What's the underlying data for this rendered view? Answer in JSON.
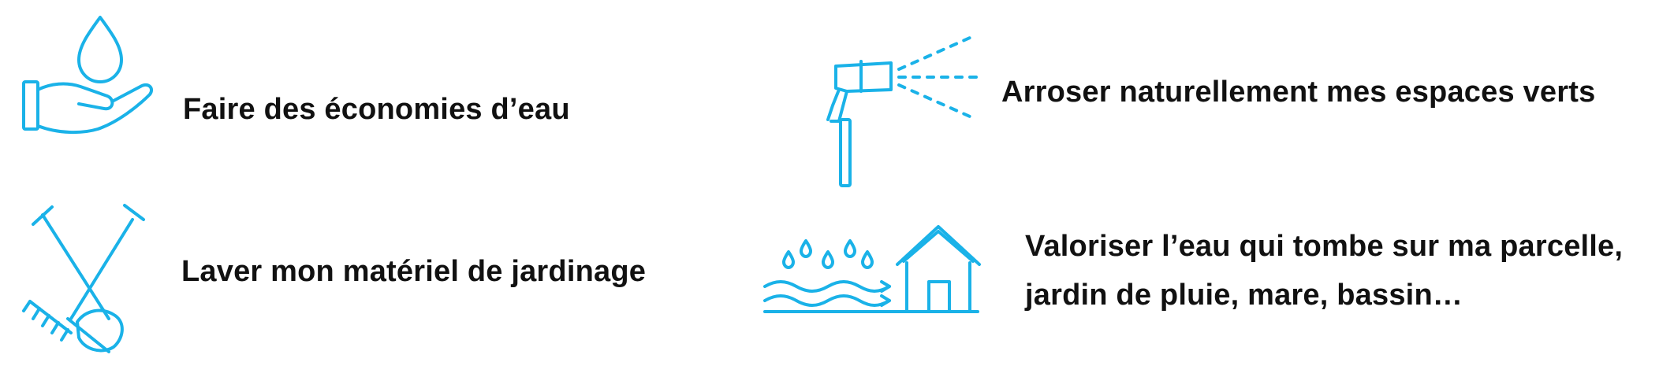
{
  "accent": "#1ab2e8",
  "text_color": "#111111",
  "items": [
    {
      "icon": "water-drop-hand-icon",
      "label": "Faire des économies d’eau"
    },
    {
      "icon": "garden-hose-nozzle-icon",
      "label": "Arroser naturellement mes espaces verts"
    },
    {
      "icon": "rake-and-shovel-icon",
      "label": "Laver mon matériel de jardinage"
    },
    {
      "icon": "rain-water-house-icon",
      "lines": [
        "Valoriser l’eau qui tombe sur ma parcelle,",
        "jardin de pluie, mare, bassin…"
      ]
    }
  ]
}
